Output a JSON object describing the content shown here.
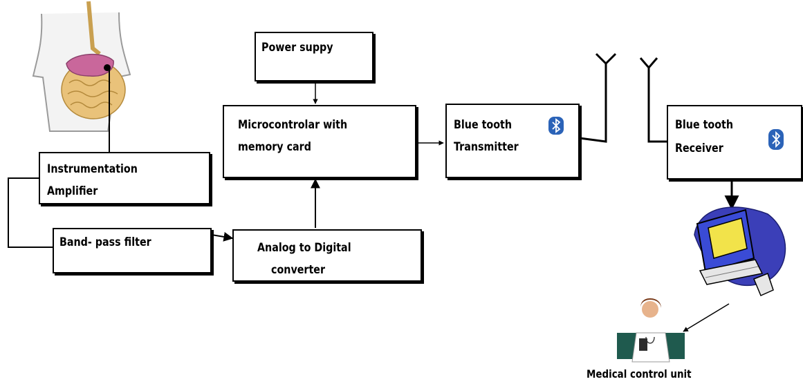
{
  "diagram": {
    "blocks": {
      "power_supply": "Power suppy",
      "microcontroller_line1": "Microcontrolar with",
      "microcontroller_line2": "memory card",
      "bt_transmitter_line1": "Blue tooth",
      "bt_transmitter_line2": "Transmitter",
      "bt_receiver_line1": "Blue tooth",
      "bt_receiver_line2": "Receiver",
      "instrumentation_line1": "Instrumentation",
      "instrumentation_line2": "Amplifier",
      "bandpass": "Band- pass filter",
      "adc_line1": "Analog to Digital",
      "adc_line2": "converter"
    },
    "medical_unit_label": "Medical control unit"
  },
  "colors": {
    "bluetooth_badge": "#2b63b8",
    "stroke": "#000000",
    "monitor_body": "#3a4bd6",
    "screen": "#f2e34a",
    "liver": "#c9679b",
    "intestine": "#e9c27a"
  },
  "icons": [
    "human-torso-icon",
    "bluetooth-icon",
    "antenna-icon",
    "computer-icon",
    "doctor-icon"
  ]
}
